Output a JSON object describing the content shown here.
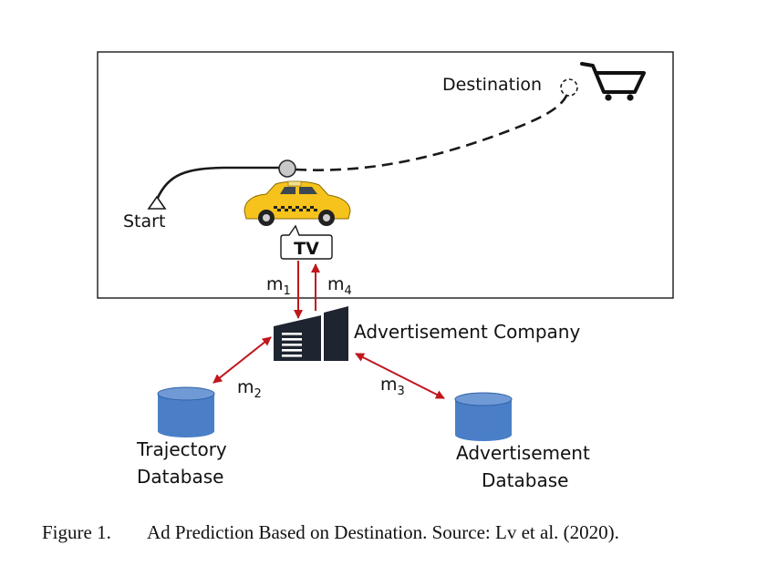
{
  "diagram": {
    "labels": {
      "destination": "Destination",
      "start": "Start",
      "tv": "TV",
      "company": "Advertisement Company",
      "trajectory_db_line1": "Trajectory",
      "trajectory_db_line2": "Database",
      "ad_db_line1": "Advertisement",
      "ad_db_line2": "Database"
    },
    "messages": {
      "m1": {
        "base": "m",
        "sub": "1"
      },
      "m2": {
        "base": "m",
        "sub": "2"
      },
      "m3": {
        "base": "m",
        "sub": "3"
      },
      "m4": {
        "base": "m",
        "sub": "4"
      }
    },
    "icons": [
      "shopping-cart-icon",
      "taxi-icon",
      "office-building-icon",
      "database-icon"
    ],
    "colors": {
      "arrow": "#c0161c",
      "database": "#4a7fc8",
      "database_top": "#6f9ad6",
      "taxi": "#f6c21c",
      "building": "#1e2530",
      "line": "#1a1a1a"
    }
  },
  "caption": {
    "figure_number": "Figure 1.",
    "text": "Ad Prediction Based on Destination. Source: Lv et al. (2020)."
  }
}
